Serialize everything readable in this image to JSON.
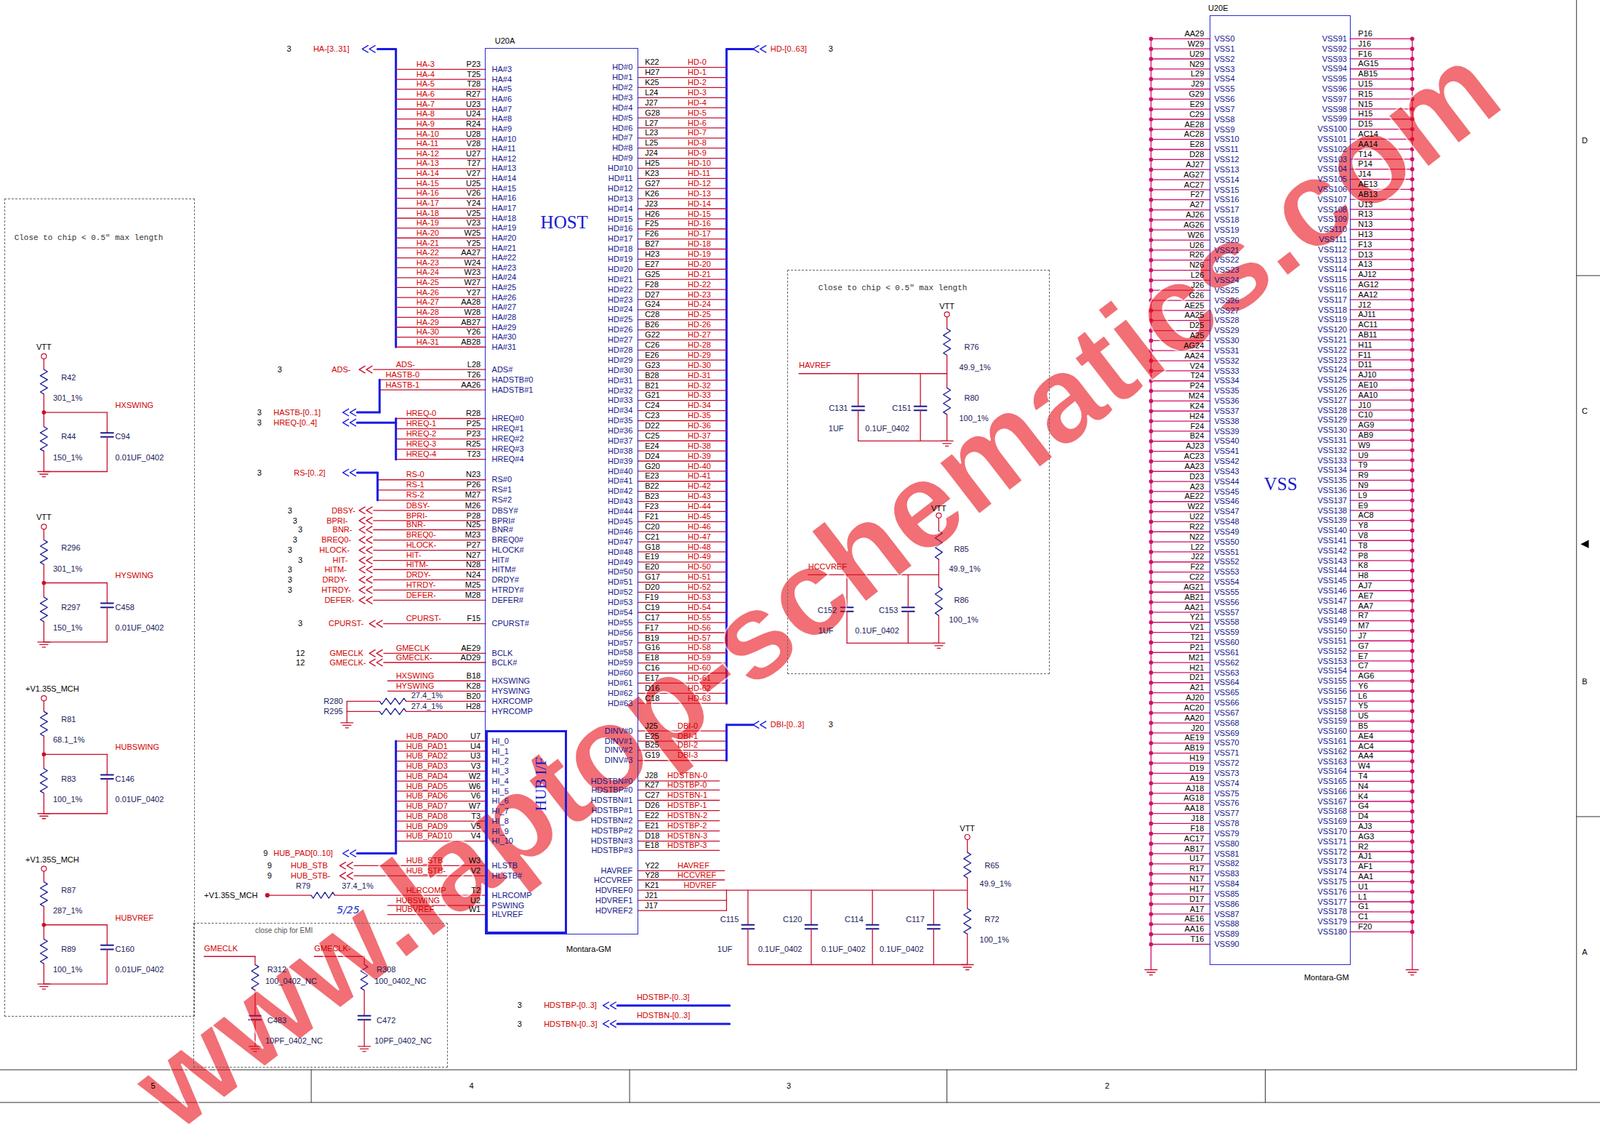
{
  "diagram": {
    "nodes": [
      {
        "text": [
          "Close to chip < 0.5\" max length"
        ]
      },
      {
        "text": [
          "U20A",
          "HOST",
          "Montara-GM"
        ]
      },
      {
        "text": [
          "HUB I/F"
        ],
        "in": 1
      },
      {
        "text": [
          "Close to chip < 0.5\" max length"
        ]
      },
      {
        "text": [
          "close chip for EMI"
        ]
      },
      {
        "text": [
          "U20E",
          "VSS",
          "Montara-GM"
        ]
      }
    ],
    "labels": [
      "P23",
      "T25",
      "T28",
      "R27",
      "U23",
      "U24",
      "R24",
      "U28",
      "V28",
      "U27",
      "T27",
      "V27",
      "U25",
      "V26",
      "Y24",
      "V25",
      "V23",
      "W25",
      "Y25",
      "AA27",
      "W24",
      "W23",
      "W27",
      "Y27",
      "AA28",
      "W28",
      "AB27",
      "Y26",
      "AB28",
      "HA#3",
      "HA#4",
      "HA#5",
      "HA#6",
      "HA#7",
      "HA#8",
      "HA#9",
      "HA#10",
      "HA#11",
      "HA#12",
      "HA#13",
      "HA#14",
      "HA#15",
      "HA#16",
      "HA#17",
      "HA#18",
      "HA#19",
      "HA#20",
      "HA#21",
      "HA#22",
      "HA#23",
      "HA#24",
      "HA#25",
      "HA#26",
      "HA#27",
      "HA#28",
      "HA#29",
      "HA#30",
      "HA#31",
      "HA-3",
      "HA-4",
      "HA-5",
      "HA-6",
      "HA-7",
      "HA-8",
      "HA-9",
      "HA-10",
      "HA-11",
      "HA-12",
      "HA-13",
      "HA-14",
      "HA-15",
      "HA-16",
      "HA-17",
      "HA-18",
      "HA-19",
      "HA-20",
      "HA-21",
      "HA-22",
      "HA-23",
      "HA-24",
      "HA-25",
      "HA-26",
      "HA-27",
      "HA-28",
      "HA-29",
      "HA-30",
      "HA-31",
      "HD#0",
      "HD#1",
      "HD#2",
      "HD#3",
      "HD#4",
      "HD#5",
      "HD#6",
      "HD#7",
      "HD#8",
      "HD#9",
      "HD#10",
      "HD#11",
      "HD#12",
      "HD#13",
      "HD#14",
      "HD#15",
      "HD#16",
      "HD#17",
      "HD#18",
      "HD#19",
      "HD#20",
      "HD#21",
      "HD#22",
      "HD#23",
      "HD#24",
      "HD#25",
      "HD#26",
      "HD#27",
      "HD#28",
      "HD#29",
      "HD#30",
      "HD#31",
      "HD#32",
      "HD#33",
      "HD#34",
      "HD#35",
      "HD#36",
      "HD#37",
      "HD#38",
      "HD#39",
      "HD#40",
      "HD#41",
      "HD#42",
      "HD#43",
      "HD#44",
      "HD#45",
      "HD#46",
      "HD#47",
      "HD#48",
      "HD#49",
      "HD#50",
      "HD#51",
      "HD#52",
      "HD#53",
      "HD#54",
      "HD#55",
      "HD#56",
      "HD#57",
      "HD#58",
      "HD#59",
      "HD#60",
      "HD#61",
      "HD#62",
      "HD#63",
      "K22",
      "H27",
      "K25",
      "L24",
      "J27",
      "G28",
      "L27",
      "L23",
      "L25",
      "J24",
      "H25",
      "K23",
      "G27",
      "K26",
      "J23",
      "H26",
      "F25",
      "F26",
      "B27",
      "H23",
      "E27",
      "G25",
      "F28",
      "D27",
      "G24",
      "C28",
      "B26",
      "G22",
      "C26",
      "E26",
      "G23",
      "B28",
      "B21",
      "G21",
      "C24",
      "C23",
      "D22",
      "C25",
      "E24",
      "D24",
      "G20",
      "E23",
      "B22",
      "B23",
      "F23",
      "F21",
      "C20",
      "C21",
      "G18",
      "E19",
      "E20",
      "G17",
      "D20",
      "F19",
      "C19",
      "C17",
      "F17",
      "B19",
      "G16",
      "E18",
      "C16",
      "E17",
      "D16",
      "C18",
      "HD-0",
      "HD-1",
      "HD-2",
      "HD-3",
      "HD-4",
      "HD-5",
      "HD-6",
      "HD-7",
      "HD-8",
      "HD-9",
      "HD-10",
      "HD-11",
      "HD-12",
      "HD-13",
      "HD-14",
      "HD-15",
      "HD-16",
      "HD-17",
      "HD-18",
      "HD-19",
      "HD-20",
      "HD-21",
      "HD-22",
      "HD-23",
      "HD-24",
      "HD-25",
      "HD-26",
      "HD-27",
      "HD-28",
      "HD-29",
      "HD-30",
      "HD-31",
      "HD-32",
      "HD-33",
      "HD-34",
      "HD-35",
      "HD-36",
      "HD-37",
      "HD-38",
      "HD-39",
      "HD-40",
      "HD-41",
      "HD-42",
      "HD-43",
      "HD-44",
      "HD-45",
      "HD-46",
      "HD-47",
      "HD-48",
      "HD-49",
      "HD-50",
      "HD-51",
      "HD-52",
      "HD-53",
      "HD-54",
      "HD-55",
      "HD-56",
      "HD-57",
      "HD-58",
      "HD-59",
      "HD-60",
      "HD-61",
      "HD-62",
      "HD-63",
      "ADS#",
      "HADSTB#0",
      "HADSTB#1",
      "HREQ#0",
      "HREQ#1",
      "HREQ#2",
      "HREQ#3",
      "HREQ#4",
      "RS#0",
      "RS#1",
      "RS#2",
      "DBSY#",
      "BPRI#",
      "BNR#",
      "BREQ0#",
      "HLOCK#",
      "HIT#",
      "HITM#",
      "DRDY#",
      "HTRDY#",
      "DEFER#",
      "CPURST#",
      "BCLK",
      "BCLK#",
      "HXSWING",
      "HYSWING",
      "HXRCOMP",
      "HYRCOMP",
      "HI_0",
      "HI_1",
      "HI_2",
      "HI_3",
      "HI_4",
      "HI_5",
      "HI_6",
      "HI_7",
      "HI_8",
      "HI_9",
      "HI_10",
      "HLSTB",
      "HLSTB#",
      "HLRCOMP",
      "PSWING",
      "HLVREF",
      "L28",
      "T26",
      "AA26",
      "R28",
      "P25",
      "P23",
      "R25",
      "T23",
      "N23",
      "P26",
      "M27",
      "M26",
      "P28",
      "N25",
      "M23",
      "P27",
      "N27",
      "N28",
      "N24",
      "M25",
      "M28",
      "F15",
      "AE29",
      "AD29",
      "B18",
      "K28",
      "B20",
      "H28",
      "U7",
      "U4",
      "U3",
      "V3",
      "W2",
      "W6",
      "V6",
      "W7",
      "T3",
      "V5",
      "V4",
      "W3",
      "V2",
      "T2",
      "U2",
      "W1",
      "ADS-",
      "HASTB-0",
      "HASTB-1",
      "HREQ-0",
      "HREQ-1",
      "HREQ-2",
      "HREQ-3",
      "HREQ-4",
      "RS-0",
      "RS-1",
      "RS-2",
      "DBSY-",
      "BPRI-",
      "BNR-",
      "BREQ0-",
      "HLOCK-",
      "HIT-",
      "HITM-",
      "DRDY-",
      "HTRDY-",
      "DEFER-",
      "CPURST-",
      "GMECLK",
      "GMECLK-",
      "HXSWING",
      "HYSWING",
      "HUB_PAD0",
      "HUB_PAD1",
      "HUB_PAD2",
      "HUB_PAD3",
      "HUB_PAD4",
      "HUB_PAD5",
      "HUB_PAD6",
      "HUB_PAD7",
      "HUB_PAD8",
      "HUB_PAD9",
      "HUB_PAD10",
      "HUB_STB",
      "HUB_STB-",
      "HLRCOMP",
      "HUBSWING",
      "HUBVREF",
      "DINV#0",
      "DINV#1",
      "DINV#2",
      "DINV#3",
      "HDSTBN#0",
      "HDSTBP#0",
      "HDSTBN#1",
      "HDSTBP#1",
      "HDSTBN#2",
      "HDSTBP#2",
      "HDSTBN#3",
      "HDSTBP#3",
      "HAVREF",
      "HCCVREF",
      "HDVREF0",
      "HDVREF1",
      "HDVREF2",
      "J25",
      "E25",
      "B25",
      "G19",
      "J28",
      "K27",
      "C27",
      "D26",
      "E22",
      "E21",
      "D18",
      "E18",
      "Y22",
      "Y28",
      "K21",
      "J21",
      "J17",
      "DBI-0",
      "DBI-1",
      "DBI-2",
      "DBI-3",
      "HDSTBN-0",
      "HDSTBP-0",
      "HDSTBN-1",
      "HDSTBP-1",
      "HDSTBN-2",
      "HDSTBP-2",
      "HDSTBN-3",
      "HDSTBP-3",
      "HAVREF",
      "HCCVREF",
      "HDVREF",
      "VSS0",
      "VSS1",
      "VSS2",
      "VSS3",
      "VSS4",
      "VSS5",
      "VSS6",
      "VSS7",
      "VSS8",
      "VSS9",
      "VSS10",
      "VSS11",
      "VSS12",
      "VSS13",
      "VSS14",
      "VSS15",
      "VSS16",
      "VSS17",
      "VSS18",
      "VSS19",
      "VSS20",
      "VSS21",
      "VSS22",
      "VSS23",
      "VSS24",
      "VSS25",
      "VSS26",
      "VSS27",
      "VSS28",
      "VSS29",
      "VSS30",
      "VSS31",
      "VSS32",
      "VSS33",
      "VSS34",
      "VSS35",
      "VSS36",
      "VSS37",
      "VSS38",
      "VSS39",
      "VSS40",
      "VSS41",
      "VSS42",
      "VSS43",
      "VSS44",
      "VSS45",
      "VSS46",
      "VSS47",
      "VSS48",
      "VSS49",
      "VSS50",
      "VSS51",
      "VSS52",
      "VSS53",
      "VSS54",
      "VSS55",
      "VSS56",
      "VSS57",
      "VSS58",
      "VSS59",
      "VSS60",
      "VSS61",
      "VSS62",
      "VSS63",
      "VSS64",
      "VSS65",
      "VSS66",
      "VSS67",
      "VSS68",
      "VSS69",
      "VSS70",
      "VSS71",
      "VSS72",
      "VSS73",
      "VSS74",
      "VSS75",
      "VSS76",
      "VSS77",
      "VSS78",
      "VSS79",
      "VSS80",
      "VSS81",
      "VSS82",
      "VSS83",
      "VSS84",
      "VSS85",
      "VSS86",
      "VSS87",
      "VSS88",
      "VSS89",
      "VSS90",
      "AA29",
      "W29",
      "U29",
      "N29",
      "L29",
      "J29",
      "G29",
      "E29",
      "C29",
      "AE28",
      "AC28",
      "E28",
      "D28",
      "AJ27",
      "AG27",
      "AC27",
      "F27",
      "A27",
      "AJ26",
      "AG26",
      "W26",
      "U26",
      "R26",
      "N26",
      "L26",
      "J26",
      "G26",
      "AE25",
      "AA25",
      "D25",
      "A25",
      "AG24",
      "AA24",
      "V24",
      "T24",
      "P24",
      "M24",
      "K24",
      "H24",
      "F24",
      "B24",
      "AJ23",
      "AC23",
      "AA23",
      "D23",
      "A23",
      "AE22",
      "W22",
      "U22",
      "R22",
      "N22",
      "L22",
      "J22",
      "F22",
      "C22",
      "AG21",
      "AB21",
      "AA21",
      "Y21",
      "V21",
      "T21",
      "P21",
      "M21",
      "H21",
      "D21",
      "A21",
      "AJ20",
      "AC20",
      "AA20",
      "J20",
      "AE19",
      "AB19",
      "H19",
      "D19",
      "A19",
      "AJ18",
      "AG18",
      "AA18",
      "J18",
      "F18",
      "AC17",
      "AB17",
      "U17",
      "R17",
      "N17",
      "H17",
      "D17",
      "A17",
      "AE16",
      "AA16",
      "T16",
      "VSS91",
      "VSS92",
      "VSS93",
      "VSS94",
      "VSS95",
      "VSS96",
      "VSS97",
      "VSS98",
      "VSS99",
      "VSS100",
      "VSS101",
      "VSS102",
      "VSS103",
      "VSS104",
      "VSS105",
      "VSS106",
      "VSS107",
      "VSS108",
      "VSS109",
      "VSS110",
      "VSS111",
      "VSS112",
      "VSS113",
      "VSS114",
      "VSS115",
      "VSS116",
      "VSS117",
      "VSS118",
      "VSS119",
      "VSS120",
      "VSS121",
      "VSS122",
      "VSS123",
      "VSS124",
      "VSS125",
      "VSS126",
      "VSS127",
      "VSS128",
      "VSS129",
      "VSS130",
      "VSS131",
      "VSS132",
      "VSS133",
      "VSS134",
      "VSS135",
      "VSS136",
      "VSS137",
      "VSS138",
      "VSS139",
      "VSS140",
      "VSS141",
      "VSS142",
      "VSS143",
      "VSS144",
      "VSS145",
      "VSS146",
      "VSS147",
      "VSS148",
      "VSS149",
      "VSS150",
      "VSS151",
      "VSS152",
      "VSS153",
      "VSS154",
      "VSS155",
      "VSS156",
      "VSS157",
      "VSS158",
      "VSS159",
      "VSS160",
      "VSS161",
      "VSS162",
      "VSS163",
      "VSS164",
      "VSS165",
      "VSS166",
      "VSS167",
      "VSS168",
      "VSS169",
      "VSS170",
      "VSS171",
      "VSS172",
      "VSS173",
      "VSS174",
      "VSS175",
      "VSS176",
      "VSS177",
      "VSS178",
      "VSS179",
      "VSS180",
      "P16",
      "J16",
      "F16",
      "AG15",
      "AB15",
      "U15",
      "R15",
      "N15",
      "H15",
      "D15",
      "AC14",
      "AA14",
      "T14",
      "P14",
      "J14",
      "AE13",
      "AB13",
      "U13",
      "R13",
      "N13",
      "H13",
      "F13",
      "D13",
      "A13",
      "AJ12",
      "AG12",
      "AA12",
      "J12",
      "AJ11",
      "AC11",
      "AB11",
      "H11",
      "F11",
      "D11",
      "AJ10",
      "AE10",
      "AA10",
      "J10",
      "C10",
      "AG9",
      "AB9",
      "W9",
      "U9",
      "T9",
      "R9",
      "N9",
      "L9",
      "E9",
      "AC8",
      "Y8",
      "V8",
      "T8",
      "P8",
      "K8",
      "H8",
      "AJ7",
      "AE7",
      "AA7",
      "R7",
      "M7",
      "J7",
      "G7",
      "E7",
      "C7",
      "AG6",
      "Y6",
      "L6",
      "Y5",
      "U5",
      "B5",
      "AE4",
      "AC4",
      "AA4",
      "W4",
      "T4",
      "N4",
      "K4",
      "G4",
      "D4",
      "AJ3",
      "AG3",
      "R2",
      "AJ1",
      "AF1",
      "AA1",
      "U1",
      "L1",
      "G1",
      "C1",
      "F20",
      "3",
      "HA-[3..31]",
      "HD-[0..63]",
      "3",
      "3",
      "ADS-",
      "3",
      "HASTB-[0..1]",
      "3",
      "HREQ-[0..4]",
      "3",
      "RS-[0..2]",
      "3",
      "DBSY-",
      "3",
      "BPRI-",
      "3",
      "BNR-",
      "3",
      "BREQ0-",
      "3",
      "HLOCK-",
      "3",
      "HIT-",
      "3",
      "HITM-",
      "3",
      "DRDY-",
      "3",
      "HTRDY-",
      "DEFER-",
      "3",
      "CPURST-",
      "12",
      "GMECLK",
      "12",
      "GMECLK-",
      "R280",
      "27.4_1%",
      "R295",
      "27.4_1%",
      "9",
      "HUB_PAD[0..10]",
      "9",
      "HUB_STB",
      "9",
      "HUB_STB-",
      "+V1.35S_MCH",
      "R79",
      "37.4_1%",
      "5/25",
      "DBI-[0..3]",
      "3",
      "VTT",
      "R65",
      "49.9_1%",
      "R72",
      "100_1%",
      "C115",
      "1UF",
      "C120",
      "0.1UF_0402",
      "C114",
      "0.1UF_0402",
      "C117",
      "0.1UF_0402",
      "3",
      "HDSTBP-[0..3]",
      "HDSTBP-[0..3]",
      "3",
      "HDSTBN-[0..3]",
      "HDSTBN-[0..3]",
      "VTT",
      "R42",
      "301_1%",
      "HXSWING",
      "R44",
      "150_1%",
      "C94",
      "0.01UF_0402",
      "VTT",
      "R296",
      "301_1%",
      "HYSWING",
      "R297",
      "150_1%",
      "C458",
      "0.01UF_0402",
      "+V1.35S_MCH",
      "R81",
      "68.1_1%",
      "HUBSWING",
      "R83",
      "100_1%",
      "C146",
      "0.01UF_0402",
      "+V1.35S_MCH",
      "R87",
      "287_1%",
      "HUBVREF",
      "R89",
      "100_1%",
      "C160",
      "0.01UF_0402",
      "VTT",
      "R76",
      "49.9_1%",
      "HAVREF",
      "R80",
      "100_1%",
      "C131",
      "1UF",
      "C151",
      "0.1UF_0402",
      "VTT",
      "R85",
      "49.9_1%",
      "HCCVREF",
      "R86",
      "100_1%",
      "C152",
      "1UF",
      "C153",
      "0.1UF_0402",
      "GMECLK",
      "GMECLK-",
      "R312",
      "100_0402_NC",
      "C483",
      "10PF_0402_NC",
      "R308",
      "100_0402_NC",
      "C472",
      "10PF_0402_NC",
      "5",
      "4",
      "3",
      "2",
      "D",
      "C",
      "B",
      "A",
      "www.laptop-schematics.com"
    ]
  }
}
